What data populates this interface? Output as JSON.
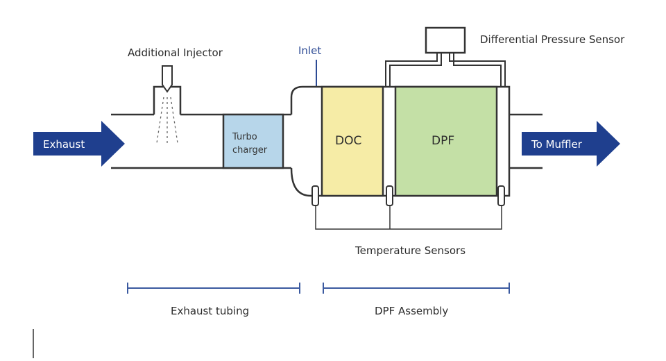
{
  "labels": {
    "exhaust": "Exhaust",
    "additional_injector": "Additional Injector",
    "turbo_line1": "Turbo",
    "turbo_line2": "charger",
    "inlet": "Inlet",
    "doc": "DOC",
    "dpf": "DPF",
    "differential_pressure_sensor": "Differential Pressure Sensor",
    "to_muffler": "To Muffler",
    "temperature_sensors": "Temperature Sensors",
    "exhaust_tubing": "Exhaust tubing",
    "dpf_assembly": "DPF Assembly"
  },
  "colors": {
    "arrow_blue": "#1f3f8e",
    "turbo_fill": "#b7d6ea",
    "doc_fill": "#f6eca6",
    "dpf_fill": "#c4e0a6",
    "outline": "#333333",
    "bracket_blue": "#3b5aa0"
  }
}
